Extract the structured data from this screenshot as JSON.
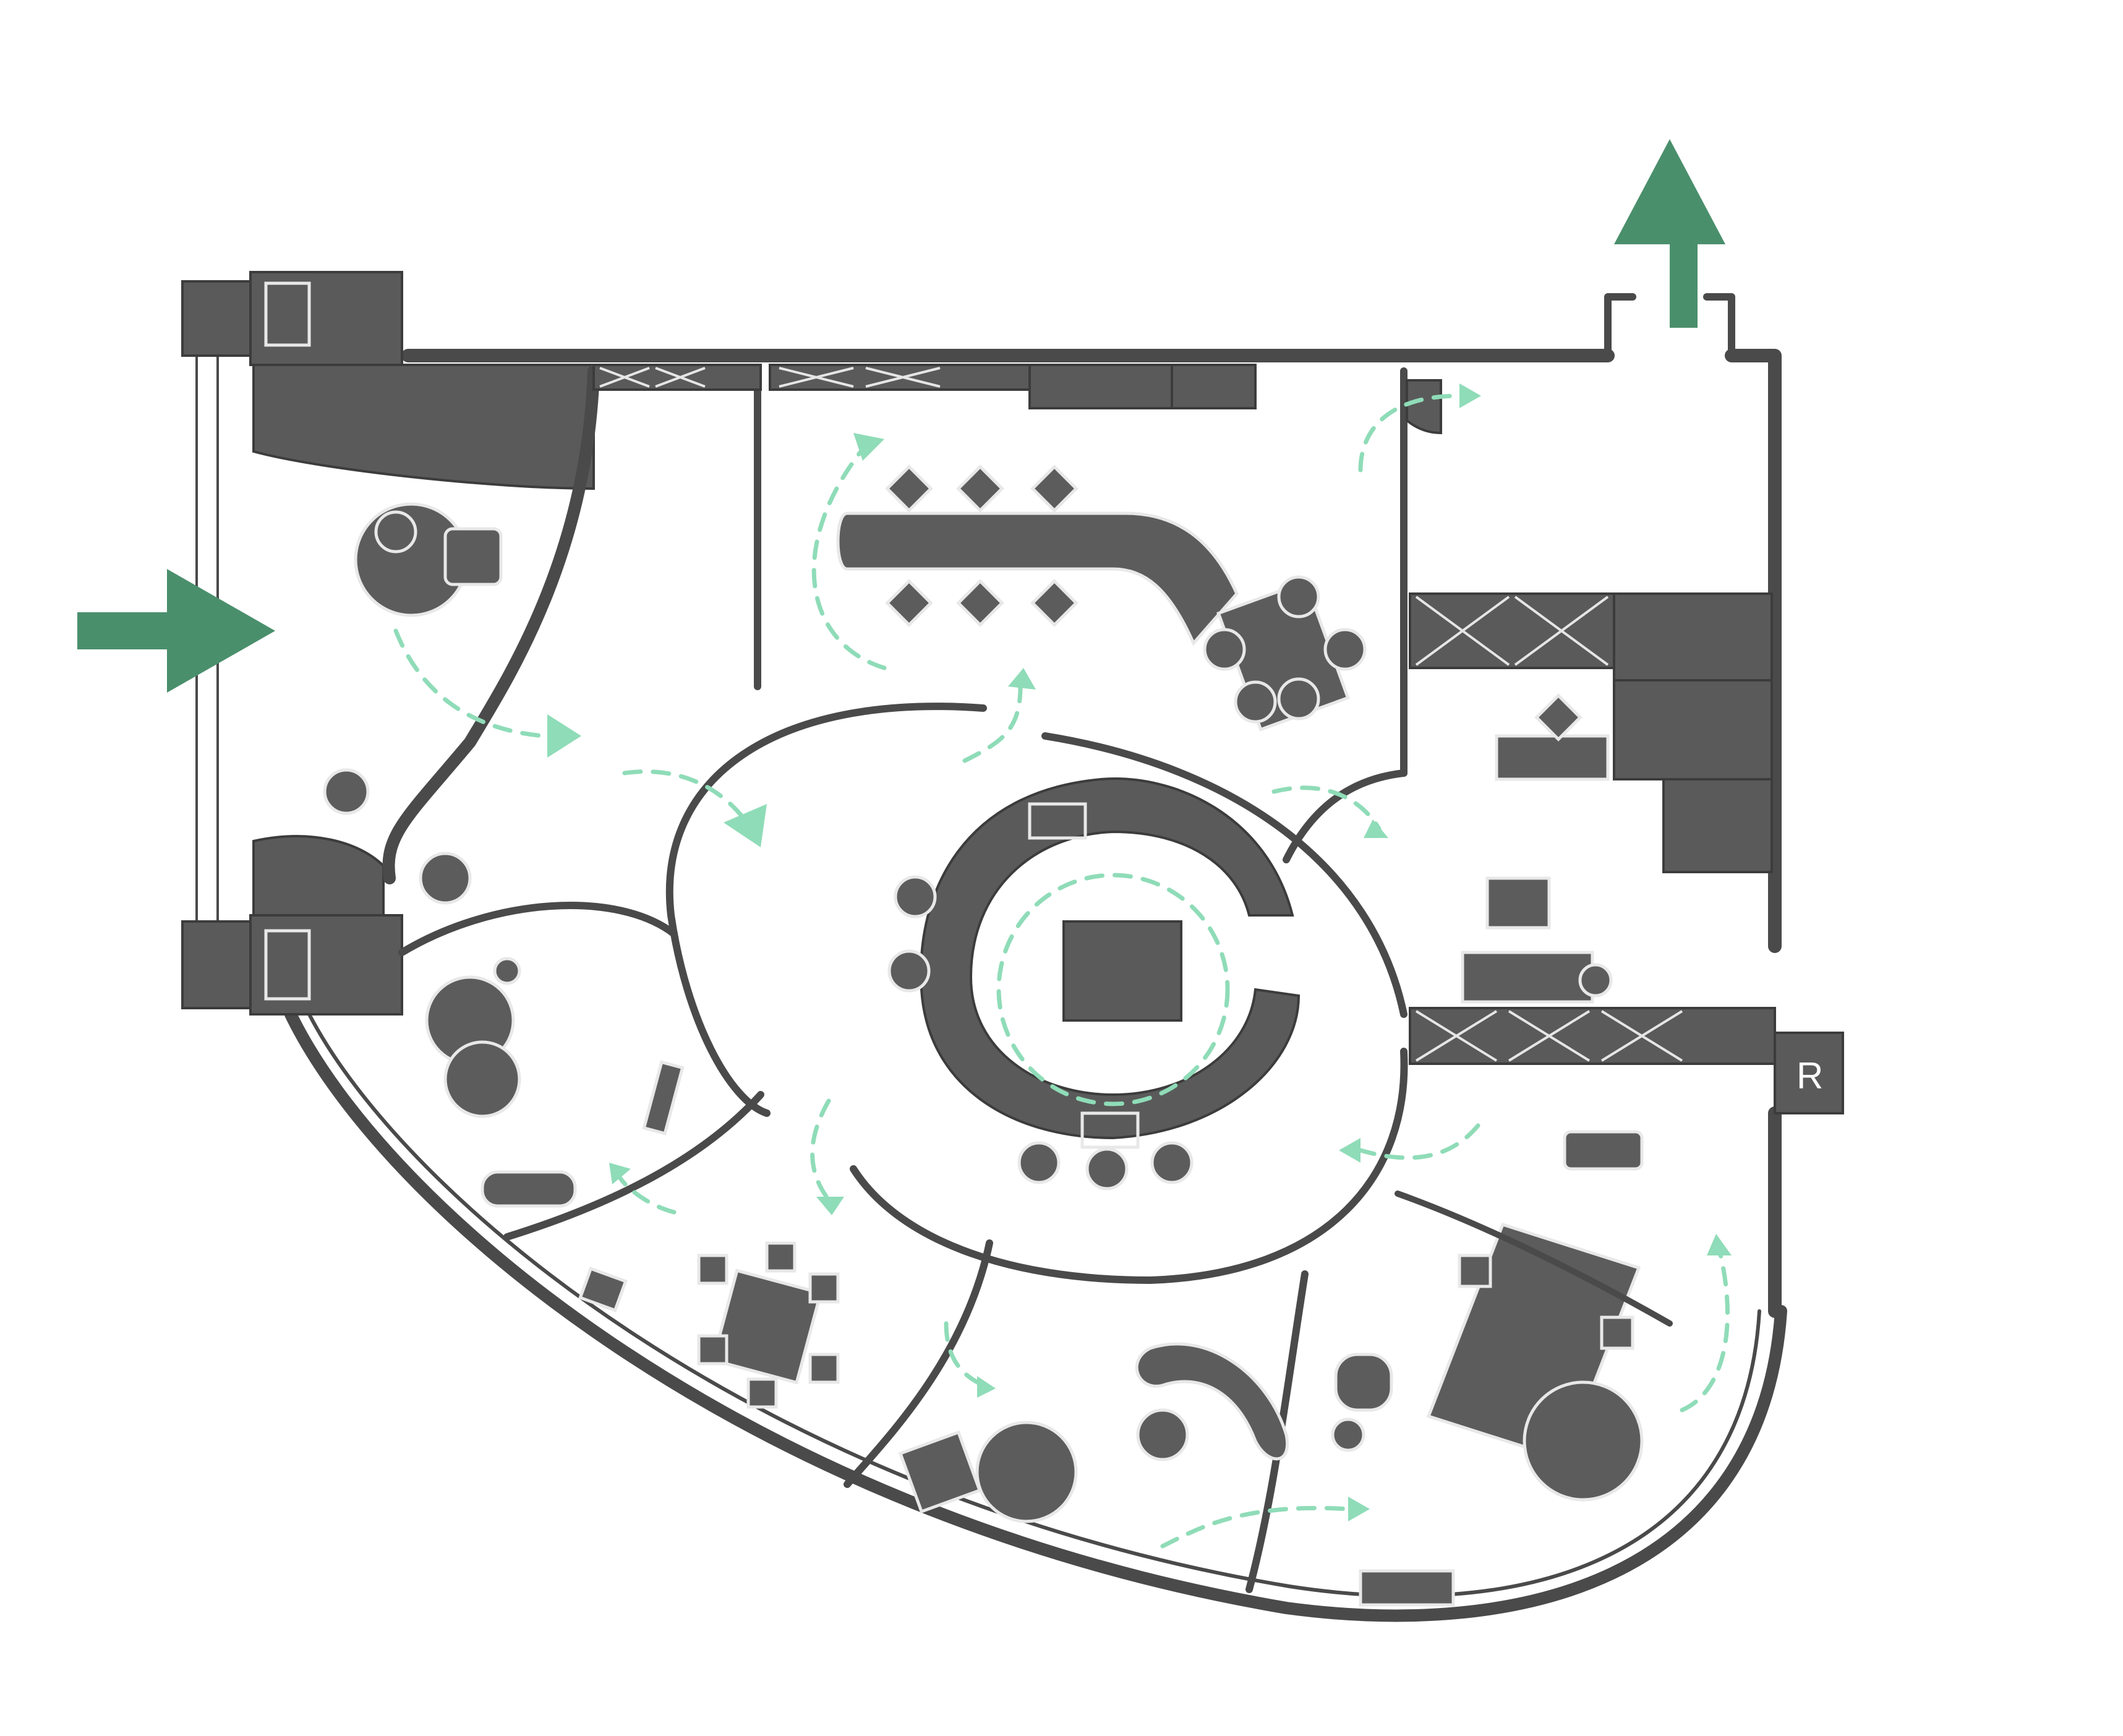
{
  "plan": {
    "colors": {
      "wall": "#4a4a4a",
      "furniture": "#5c5c5c",
      "flow": "#8fdcb8",
      "arrow": "#4a8f6c",
      "background": "#ffffff"
    },
    "arrows": [
      {
        "name": "entry-arrow",
        "direction": "right"
      },
      {
        "name": "exit-arrow",
        "direction": "up"
      }
    ],
    "tag": {
      "label": "R"
    }
  }
}
